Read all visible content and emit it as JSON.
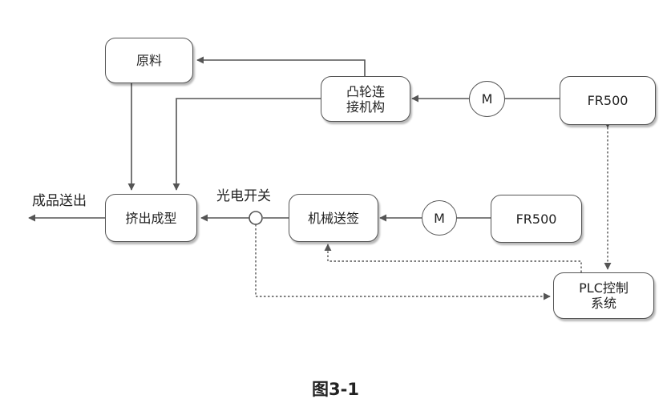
{
  "diagram": {
    "nodes": {
      "raw": "原料",
      "cam": "凸轮连\n接机构",
      "fr500_top": "FR500",
      "motor_top": "M",
      "extrude": "挤出成型",
      "feeder": "机械送签",
      "motor_bottom": "M",
      "fr500_bottom": "FR500",
      "plc": "PLC控制\n系统"
    },
    "labels": {
      "output": "成品送出",
      "sensor": "光电开关"
    }
  },
  "caption": "图3-1",
  "colors": {
    "line": "#555555",
    "box_border": "#555555",
    "background": "#ffffff"
  }
}
